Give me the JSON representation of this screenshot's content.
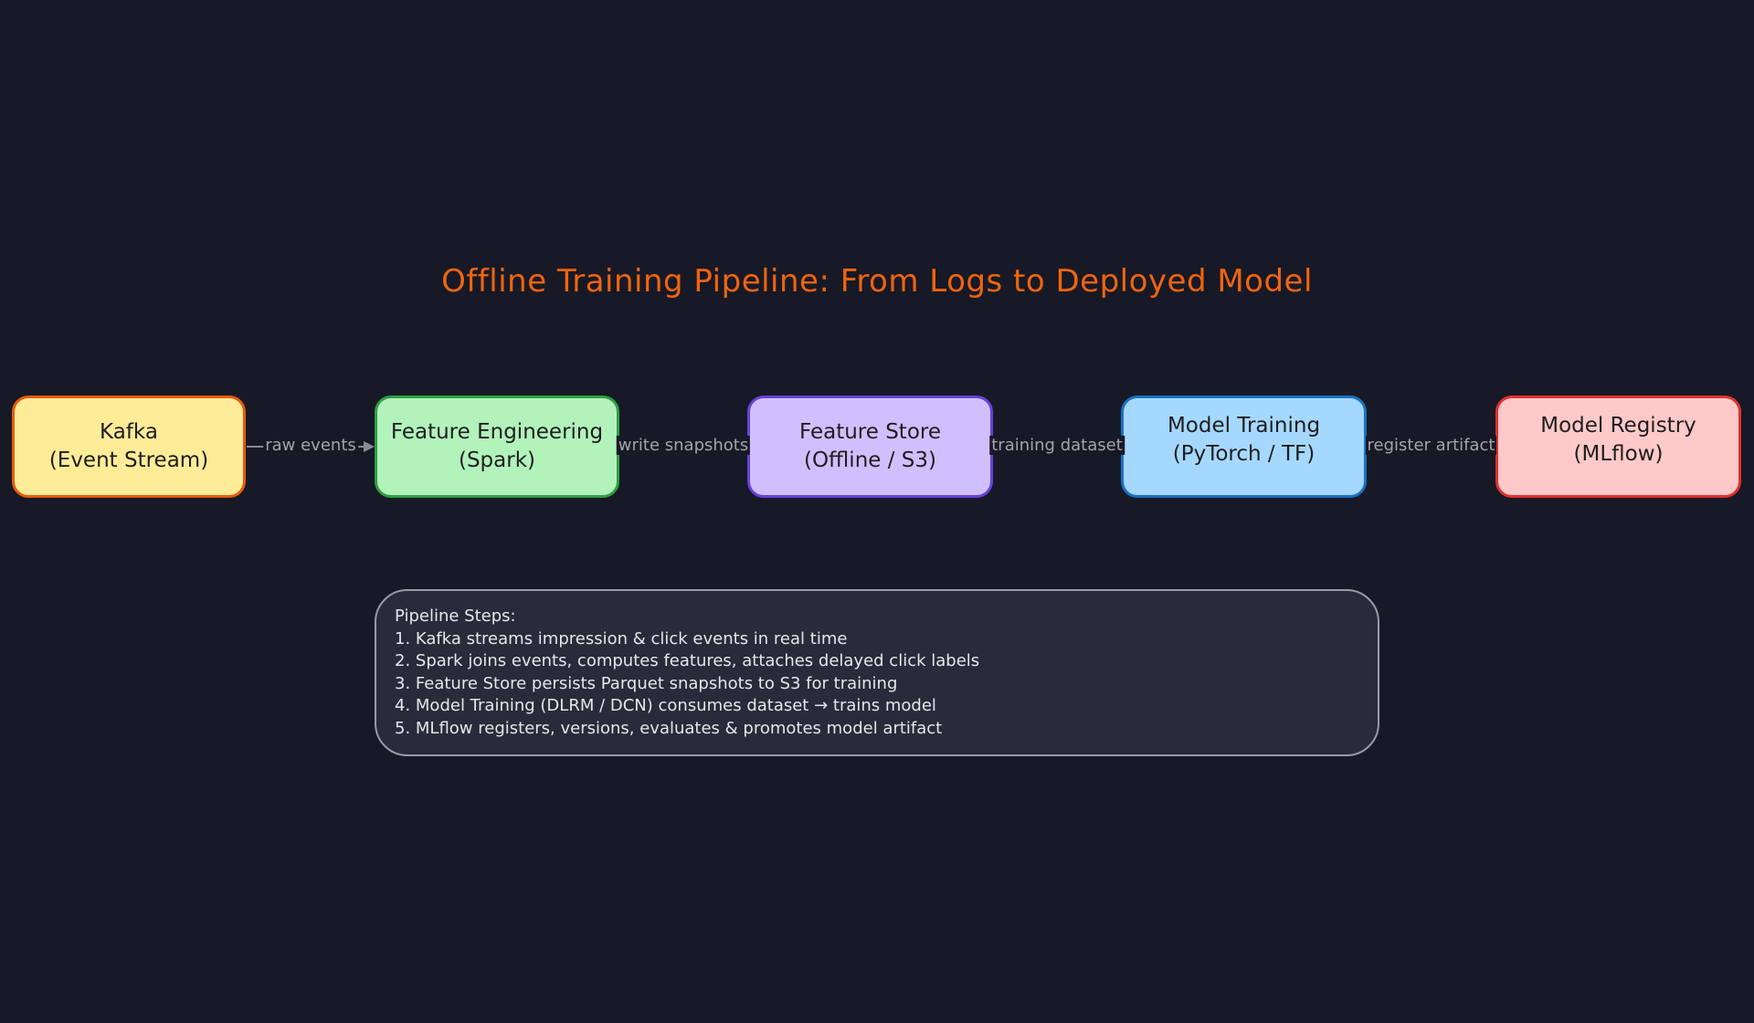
{
  "title": "Offline Training Pipeline: From Logs to Deployed Model",
  "nodes": [
    {
      "line1": "Kafka",
      "line2": "(Event Stream)",
      "fill": "#ffec99",
      "stroke": "#e8590c"
    },
    {
      "line1": "Feature Engineering",
      "line2": "(Spark)",
      "fill": "#b2f2bb",
      "stroke": "#2f9e44"
    },
    {
      "line1": "Feature Store",
      "line2": "(Offline / S3)",
      "fill": "#d0bfff",
      "stroke": "#6741d9"
    },
    {
      "line1": "Model Training",
      "line2": "(PyTorch / TF)",
      "fill": "#a5d8ff",
      "stroke": "#1971c2"
    },
    {
      "line1": "Model Registry",
      "line2": "(MLflow)",
      "fill": "#ffc9c9",
      "stroke": "#e03131"
    }
  ],
  "edges": [
    {
      "label": "raw events"
    },
    {
      "label": "write snapshots"
    },
    {
      "label": "training dataset"
    },
    {
      "label": "register artifact"
    }
  ],
  "notes": {
    "heading": "Pipeline Steps:",
    "lines": [
      "1. Kafka streams impression & click events in real time",
      "2. Spark joins events, computes features, attaches delayed click labels",
      "3. Feature Store persists Parquet snapshots to S3 for training",
      "4. Model Training (DLRM / DCN) consumes dataset → trains model",
      "5. MLflow registers, versions, evaluates & promotes model artifact"
    ]
  }
}
